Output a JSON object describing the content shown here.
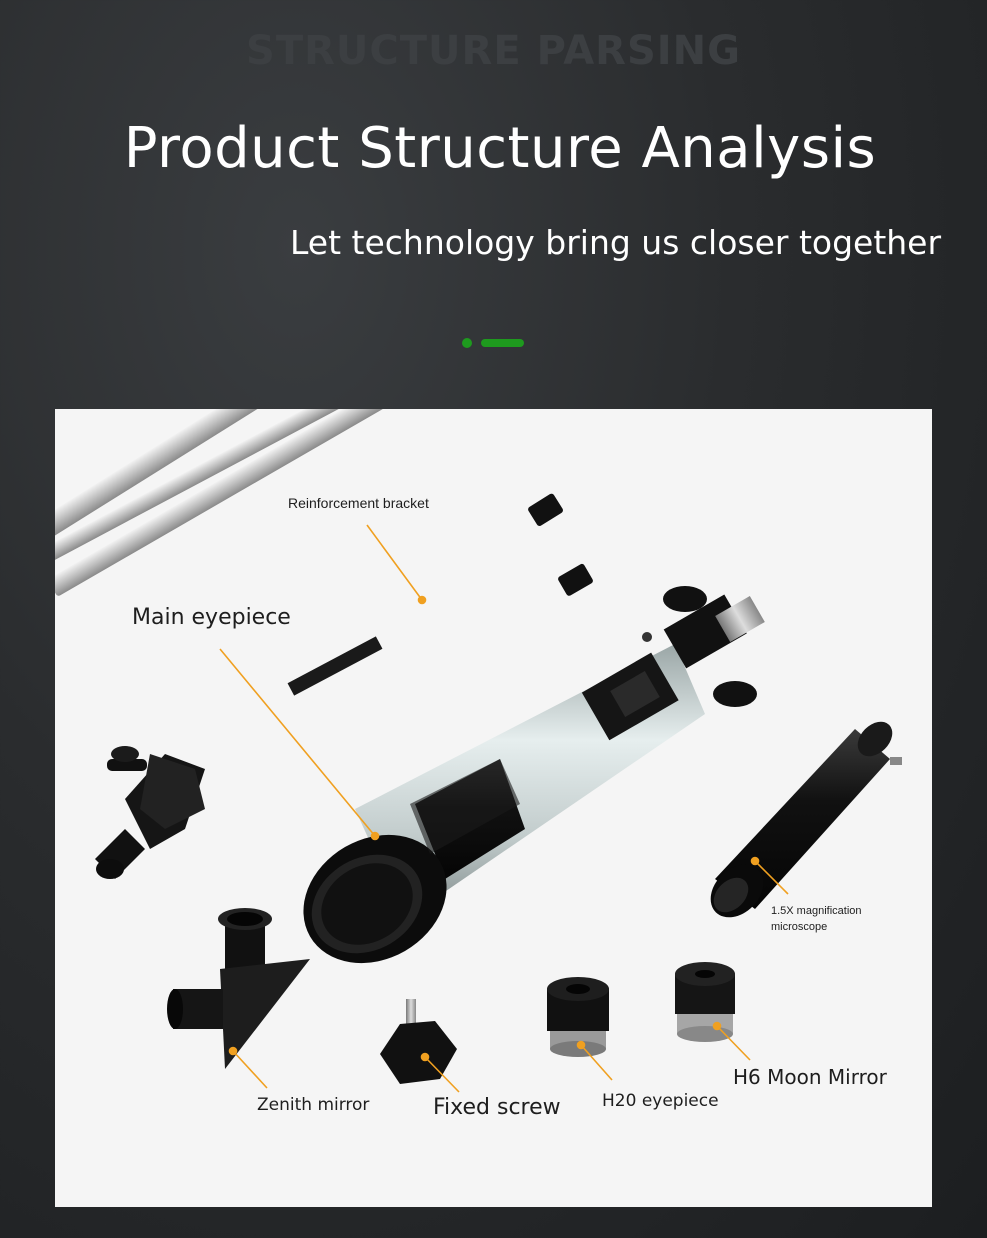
{
  "header": {
    "watermark": "STRUCTURE PARSING",
    "title": "Product Structure Analysis",
    "subtitle": "Let technology bring us closer together"
  },
  "accent_color": "#1e9a1e",
  "callout_color": "#f0a020",
  "labels": {
    "reinforcement_bracket": "Reinforcement bracket",
    "main_eyepiece": "Main eyepiece",
    "microscope_line1": "1.5X magnification",
    "microscope_line2": "microscope",
    "zenith_mirror": "Zenith mirror",
    "fixed_screw": "Fixed screw",
    "h20_eyepiece": "H20 eyepiece",
    "h6_moon_mirror": "H6 Moon Mirror"
  }
}
